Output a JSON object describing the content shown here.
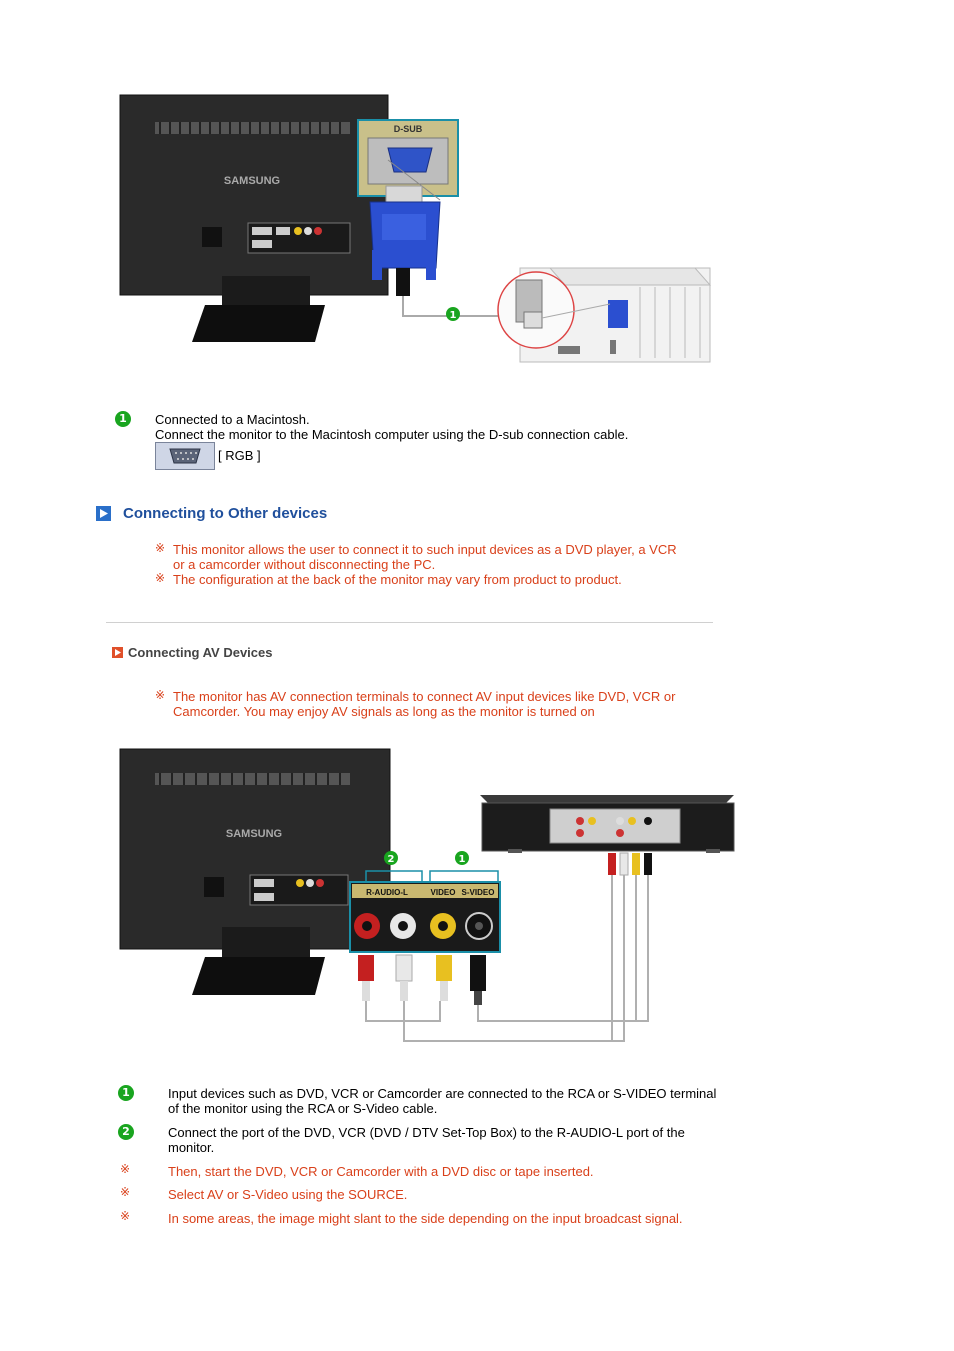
{
  "figure1": {
    "dsub_label": "D-SUB",
    "brand": "SAMSUNG",
    "badge": "1"
  },
  "item1": {
    "badge": "1",
    "line1": "Connected to a Macintosh.",
    "line2": "Connect the monitor to the Macintosh computer using the D-sub connection cable.",
    "port_label": "[ RGB ]",
    "port_icon": "vga-port-icon"
  },
  "section": {
    "title": "Connecting to Other devices",
    "icon": "play-arrow-icon",
    "notes": [
      [
        "This monitor allows the user to connect it to such input devices as a DVD player, a VCR",
        "or a camcorder without disconnecting the PC."
      ],
      [
        "The configuration at the back of the monitor may vary from product to product."
      ]
    ]
  },
  "subsection": {
    "title": "Connecting AV Devices",
    "icon": "orange-arrow-icon",
    "note": [
      "The monitor has AV connection terminals to connect AV input devices like DVD, VCR or",
      "Camcorder. You may enjoy AV signals as long as the monitor is turned on"
    ]
  },
  "figure2": {
    "brand": "SAMSUNG",
    "badge_left": "2",
    "badge_right": "1",
    "audio_label": "R-AUDIO-L",
    "video_label": "VIDEO",
    "svideo_label": "S-VIDEO"
  },
  "steps": [
    {
      "badge": "1",
      "lines": [
        "Input devices such as DVD, VCR or Camcorder are connected to the RCA or S-VIDEO terminal",
        "of the monitor using the RCA or S-Video cable."
      ]
    },
    {
      "badge": "2",
      "lines": [
        "Connect the port of the DVD, VCR (DVD / DTV Set-Top Box) to the R-AUDIO-L port of the",
        "monitor."
      ]
    }
  ],
  "notes_bottom": [
    "Then, start the DVD, VCR or Camcorder with a DVD disc or tape inserted.",
    "Select AV or S-Video using the SOURCE.",
    "In some areas, the image might slant to the side depending on the input broadcast signal."
  ],
  "note_symbol": "※",
  "colors": {
    "accent_blue": "#1f4f9c",
    "note_orange": "#d9401a",
    "badge_green": "#19a51f"
  }
}
